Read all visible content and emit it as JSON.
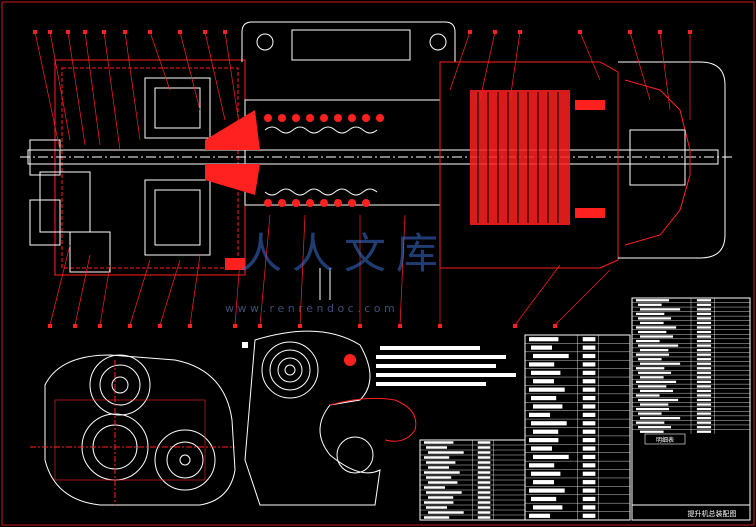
{
  "drawing": {
    "type": "engineering-assembly-drawing",
    "background": "#000000",
    "line_color_red": "#ff2020",
    "line_color_white": "#ffffff",
    "accent_blue_watermark": "#3a6fd0"
  },
  "watermark": {
    "text_cn": "人人文库",
    "url": "w w w . r e n r e n d o c . c o m"
  },
  "title_block": {
    "title": "提升机总装配图",
    "table_caption": "明细表"
  },
  "bom_rows": {
    "left_count": 16,
    "middle_count": 22,
    "right_count": 30
  }
}
